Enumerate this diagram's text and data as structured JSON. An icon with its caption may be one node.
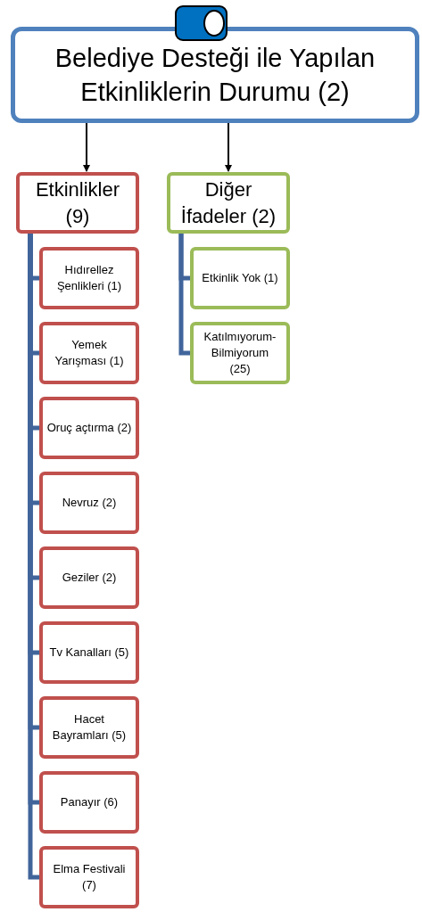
{
  "diagram": {
    "nodes": [
      {
        "text": [
          "Belediye Desteği ile Yapılan Etkinliklerin Durumu (2)"
        ]
      },
      {
        "text": [
          "Etkinlikler (9)"
        ]
      },
      {
        "text": [
          "Hıdırellez Şenlikleri (1)"
        ]
      },
      {
        "text": [
          "Yemek Yarışması (1)"
        ]
      },
      {
        "text": [
          "Oruç açtırma (2)"
        ]
      },
      {
        "text": [
          "Nevruz (2)"
        ]
      },
      {
        "text": [
          "Geziler (2)"
        ]
      },
      {
        "text": [
          "Tv Kanalları (5)"
        ]
      },
      {
        "text": [
          "Hacet Bayramları (5)"
        ]
      },
      {
        "text": [
          "Panayır (6)"
        ]
      },
      {
        "text": [
          "Elma Festivali (7)"
        ]
      },
      {
        "text": [
          "Diğer İfadeler (2)"
        ]
      },
      {
        "text": [
          "Etkinlik Yok (1)"
        ]
      },
      {
        "text": [
          "Katılmıyorum-Bilmiyorum (25)"
        ]
      }
    ],
    "edges": [
      {
        "from": 0,
        "to": 1,
        "arrow": "to",
        "color": "#000000"
      },
      {
        "from": 0,
        "to": 11,
        "arrow": "to",
        "color": "#000000"
      },
      {
        "from": 1,
        "to": 2,
        "arrow": "none"
      },
      {
        "from": 1,
        "to": 3,
        "arrow": "none"
      },
      {
        "from": 1,
        "to": 4,
        "arrow": "none"
      },
      {
        "from": 1,
        "to": 5,
        "arrow": "none"
      },
      {
        "from": 1,
        "to": 6,
        "arrow": "none"
      },
      {
        "from": 1,
        "to": 7,
        "arrow": "none"
      },
      {
        "from": 1,
        "to": 8,
        "arrow": "none"
      },
      {
        "from": 1,
        "to": 9,
        "arrow": "none"
      },
      {
        "from": 1,
        "to": 10,
        "arrow": "none"
      },
      {
        "from": 11,
        "to": 12,
        "arrow": "none"
      },
      {
        "from": 11,
        "to": 13,
        "arrow": "none"
      }
    ]
  }
}
